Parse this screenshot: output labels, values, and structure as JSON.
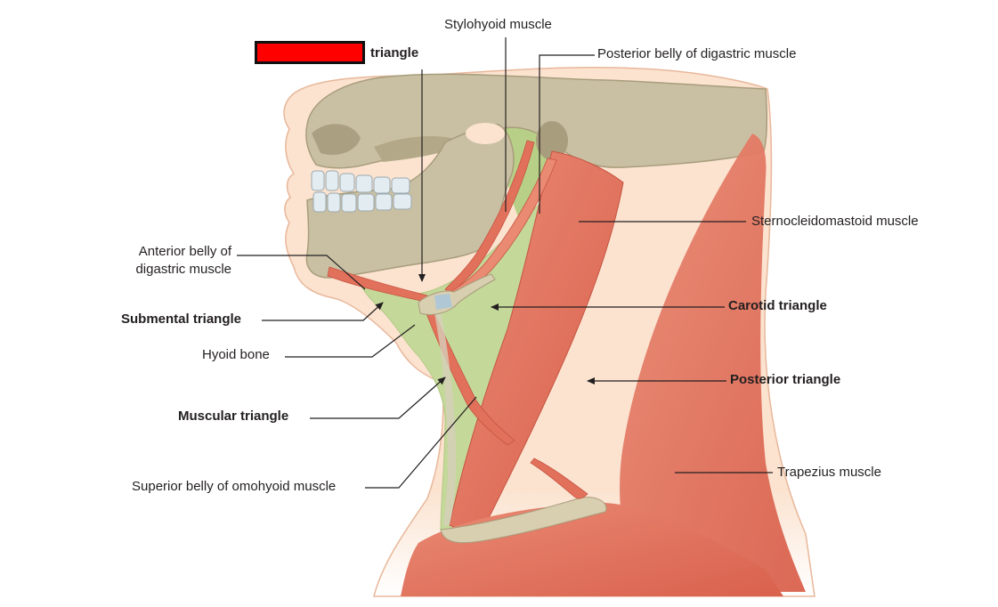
{
  "labels": {
    "redacted_suffix": "triangle",
    "stylohyoid": "Stylohyoid muscle",
    "posterior_digastric": "Posterior belly of digastric muscle",
    "scm": "Sternocleidomastoid muscle",
    "anterior_digastric_line1": "Anterior belly of",
    "anterior_digastric_line2": "digastric muscle",
    "submental": "Submental triangle",
    "carotid": "Carotid triangle",
    "hyoid": "Hyoid bone",
    "posterior_triangle": "Posterior triangle",
    "muscular": "Muscular triangle",
    "trapezius": "Trapezius muscle",
    "omohyoid": "Superior belly of omohyoid muscle"
  },
  "colors": {
    "redaction": "#ff0000",
    "skin": "#fbe3d0",
    "skin_outline": "#e8b79a",
    "bone": "#c9c0a3",
    "muscle": "#e2715c",
    "triangle_green": "#c4d89a",
    "leader_line": "#231f20"
  }
}
